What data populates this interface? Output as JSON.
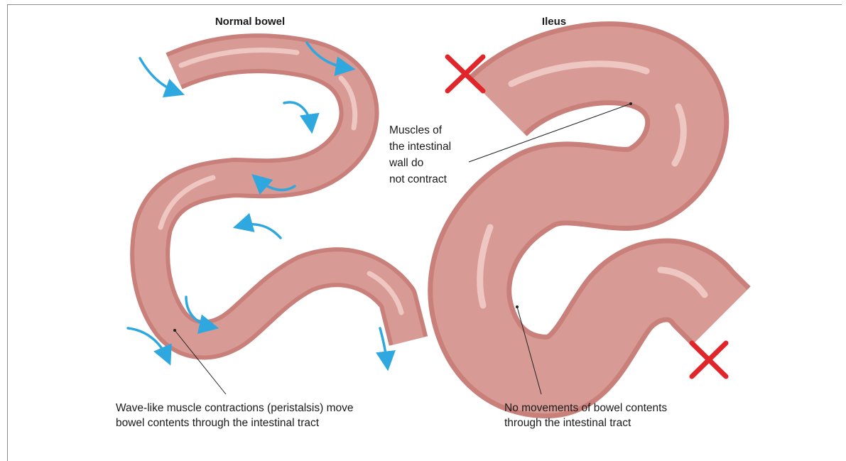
{
  "normal": {
    "title": "Normal bowel",
    "caption_line1": "Wave-like muscle contractions (peristalsis) move",
    "caption_line2": "bowel contents through the intestinal tract"
  },
  "ileus": {
    "title": "Ileus",
    "callout_lines": [
      "Muscles of",
      "the intestinal",
      "wall do",
      "not contract"
    ],
    "caption_line1": "No movements of bowel contents",
    "caption_line2": "through the intestinal tract"
  },
  "colors": {
    "bowel": "#d89a94",
    "bowel_dark": "#b8736e",
    "highlight": "#f2cfcb",
    "arrow": "#2ea8de",
    "cross": "#e0262b"
  }
}
